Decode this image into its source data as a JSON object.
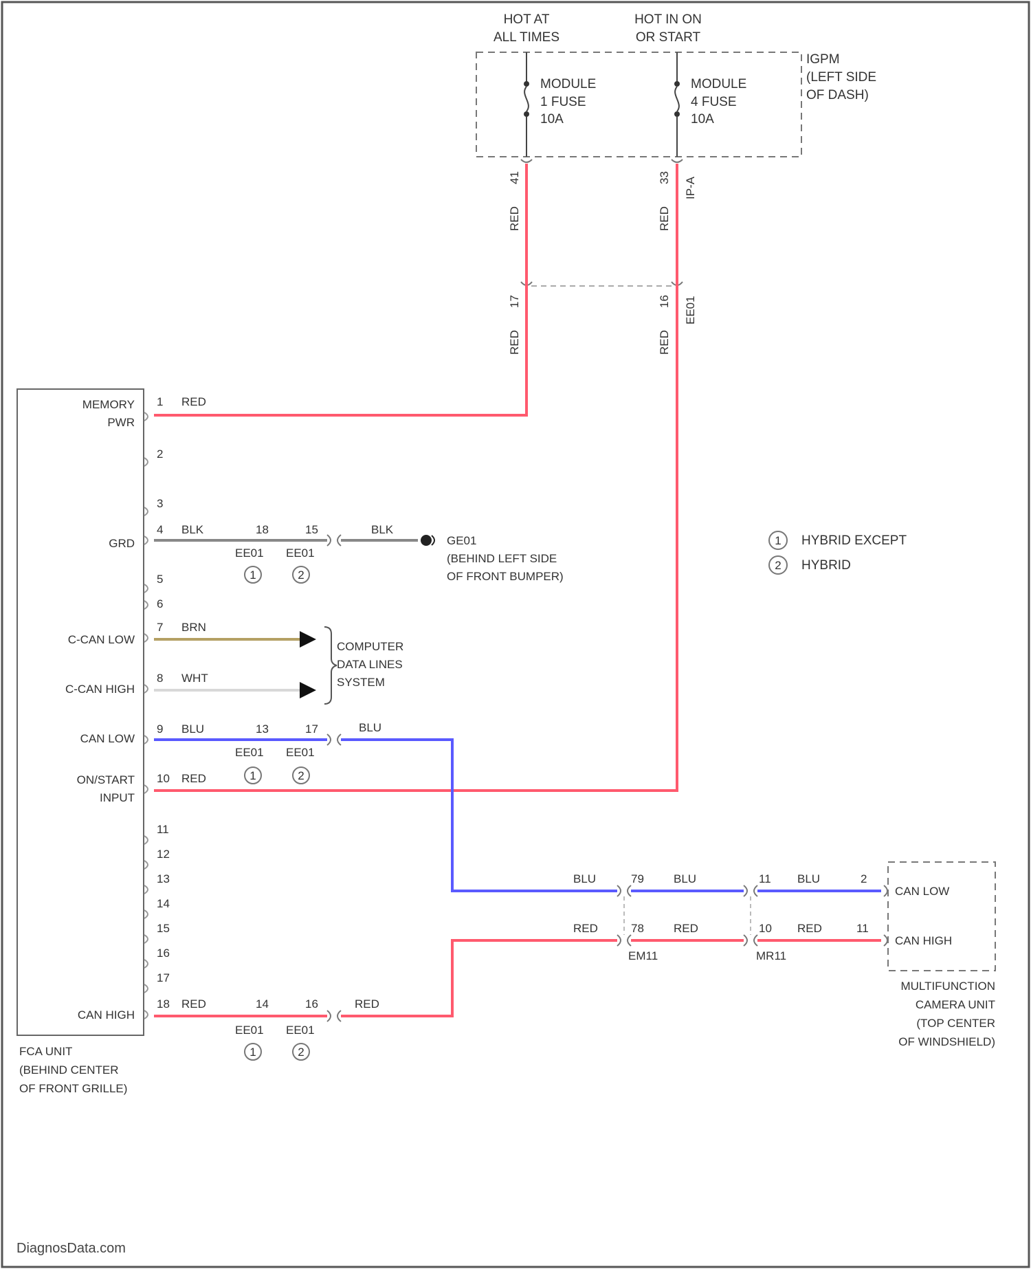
{
  "power": {
    "hot_at_all_times": [
      "HOT AT",
      "ALL TIMES"
    ],
    "hot_in_on": [
      "HOT IN ON",
      "OR START"
    ],
    "ipdm": [
      "IGPM",
      "(LEFT SIDE",
      "OF DASH)"
    ],
    "fuse1": [
      "MODULE",
      "1 FUSE",
      "10A"
    ],
    "fuse2": [
      "MODULE",
      "4 FUSE",
      "10A"
    ],
    "pin_left_top": "41",
    "pin_right_top": "33",
    "pin_right_top2": "IP-A",
    "pin_left_mid": "17",
    "pin_right_mid": "16",
    "connector_mid": "EE01",
    "wire_red": "RED"
  },
  "fca": {
    "pins": [
      "1",
      "2",
      "3",
      "4",
      "5",
      "6",
      "7",
      "8",
      "9",
      "10",
      "11",
      "12",
      "13",
      "14",
      "15",
      "16",
      "17",
      "18"
    ],
    "labels": {
      "memory": [
        "MEMORY",
        "PWR"
      ],
      "grd": "GRD",
      "ccan_low": "C-CAN LOW",
      "ccan_high": "C-CAN HIGH",
      "can_low": "CAN LOW",
      "onstart": [
        "ON/START",
        "INPUT"
      ],
      "can_high": "CAN HIGH"
    },
    "name": [
      "FCA UNIT",
      "(BEHIND CENTER",
      "OF FRONT GRILLE)"
    ]
  },
  "wires": {
    "red": "RED",
    "blk": "BLK",
    "brn": "BRN",
    "wht": "WHT",
    "blu": "BLU"
  },
  "connectors": {
    "grd_a": "18",
    "grd_b": "15",
    "grd_ca": "EE01",
    "grd_cb": "EE01",
    "canl_a": "13",
    "canl_b": "17",
    "canl_ca": "EE01",
    "canl_cb": "EE01",
    "canh_a": "14",
    "canh_b": "16",
    "canh_ca": "EE01",
    "canh_cb": "EE01",
    "cam_low_a": "79",
    "cam_low_b": "11",
    "cam_low_c": "2",
    "cam_high_a": "78",
    "cam_high_b": "10",
    "cam_high_c": "11",
    "cam_conn1": "EM11",
    "cam_conn2": "MR11"
  },
  "ground": {
    "name": "GE01",
    "desc": [
      "(BEHIND LEFT SIDE",
      "OF FRONT BUMPER)"
    ]
  },
  "data_lines": [
    "COMPUTER",
    "DATA LINES",
    "SYSTEM"
  ],
  "legend": {
    "a": "HYBRID EXCEPT",
    "b": "HYBRID",
    "sym_a": "1",
    "sym_b": "2"
  },
  "camera": {
    "can_low": "CAN LOW",
    "can_high": "CAN HIGH",
    "name": [
      "MULTIFUNCTION",
      "CAMERA UNIT",
      "(TOP CENTER",
      "OF WINDSHIELD)"
    ]
  },
  "watermark": "DiagnosData.com",
  "colors": {
    "red": "#ff5a6e",
    "blue": "#5a5aff",
    "brown": "#b4a064",
    "white_wire": "#d8d8d8",
    "black_wire": "#888888"
  }
}
